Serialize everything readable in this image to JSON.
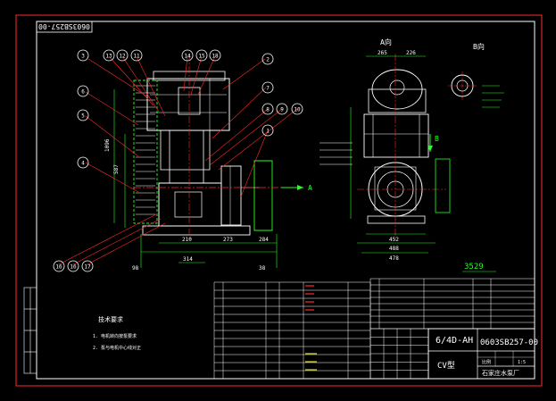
{
  "drawing_number_top": "0603SB257-00",
  "drawing_number_block": "0603SB257-00",
  "model": "6/4D-AH",
  "model_label": "CV型",
  "company": "石家庄水泵厂",
  "view_a_label": "A向",
  "view_b_label": "B向",
  "section_arrow_a": "A",
  "section_arrow_b": "B",
  "main_width_dim": "3529",
  "dims_main": {
    "bottom_left": "314",
    "base_a": "210",
    "base_b": "273",
    "base_c": "284",
    "side_h1": "587",
    "side_h2": "1096",
    "left_small": "98",
    "right_small": "38"
  },
  "dims_a_view": {
    "top_a": "265",
    "top_b": "226",
    "bottom_a": "452",
    "bottom_b": "488",
    "bottom_c": "478"
  },
  "balloons": [
    "3",
    "13",
    "12",
    "11",
    "14",
    "15",
    "18",
    "2",
    "7",
    "8",
    "9",
    "10",
    "1",
    "6",
    "5",
    "4",
    "16",
    "16",
    "17"
  ],
  "tech_requirements": {
    "title": "技术要求",
    "items": [
      "1. 电机转向按泵要求",
      "2. 泵与电机中心线对正"
    ]
  },
  "title_block_left_label": "比例",
  "title_block_right_tag": "1:5"
}
